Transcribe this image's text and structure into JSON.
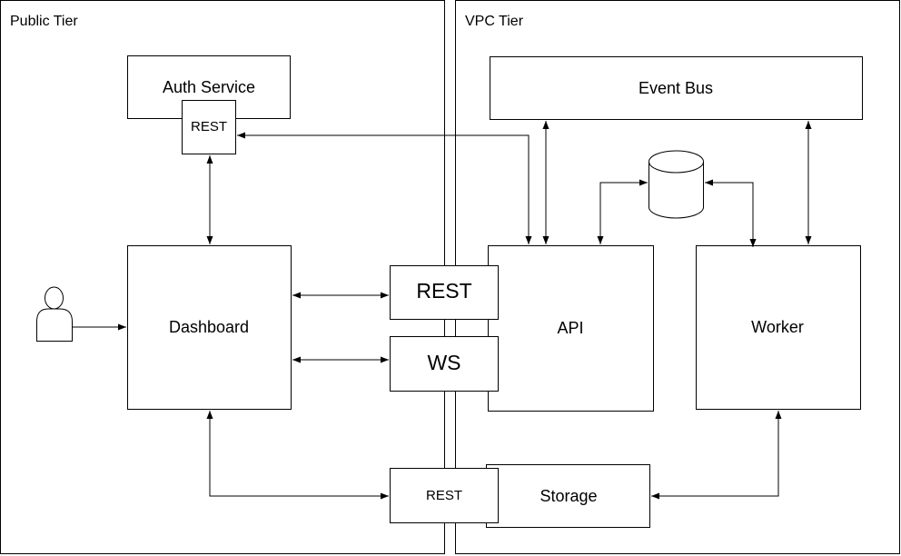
{
  "tiers": {
    "public": "Public Tier",
    "vpc": "VPC Tier"
  },
  "nodes": {
    "auth_service": "Auth Service",
    "auth_rest": "REST",
    "event_bus": "Event Bus",
    "dashboard": "Dashboard",
    "api": "API",
    "worker": "Worker",
    "storage": "Storage",
    "rest_gateway": "REST",
    "ws_gateway": "WS",
    "storage_rest": "REST"
  },
  "icons": {
    "user": "user-icon",
    "database": "database-icon"
  }
}
